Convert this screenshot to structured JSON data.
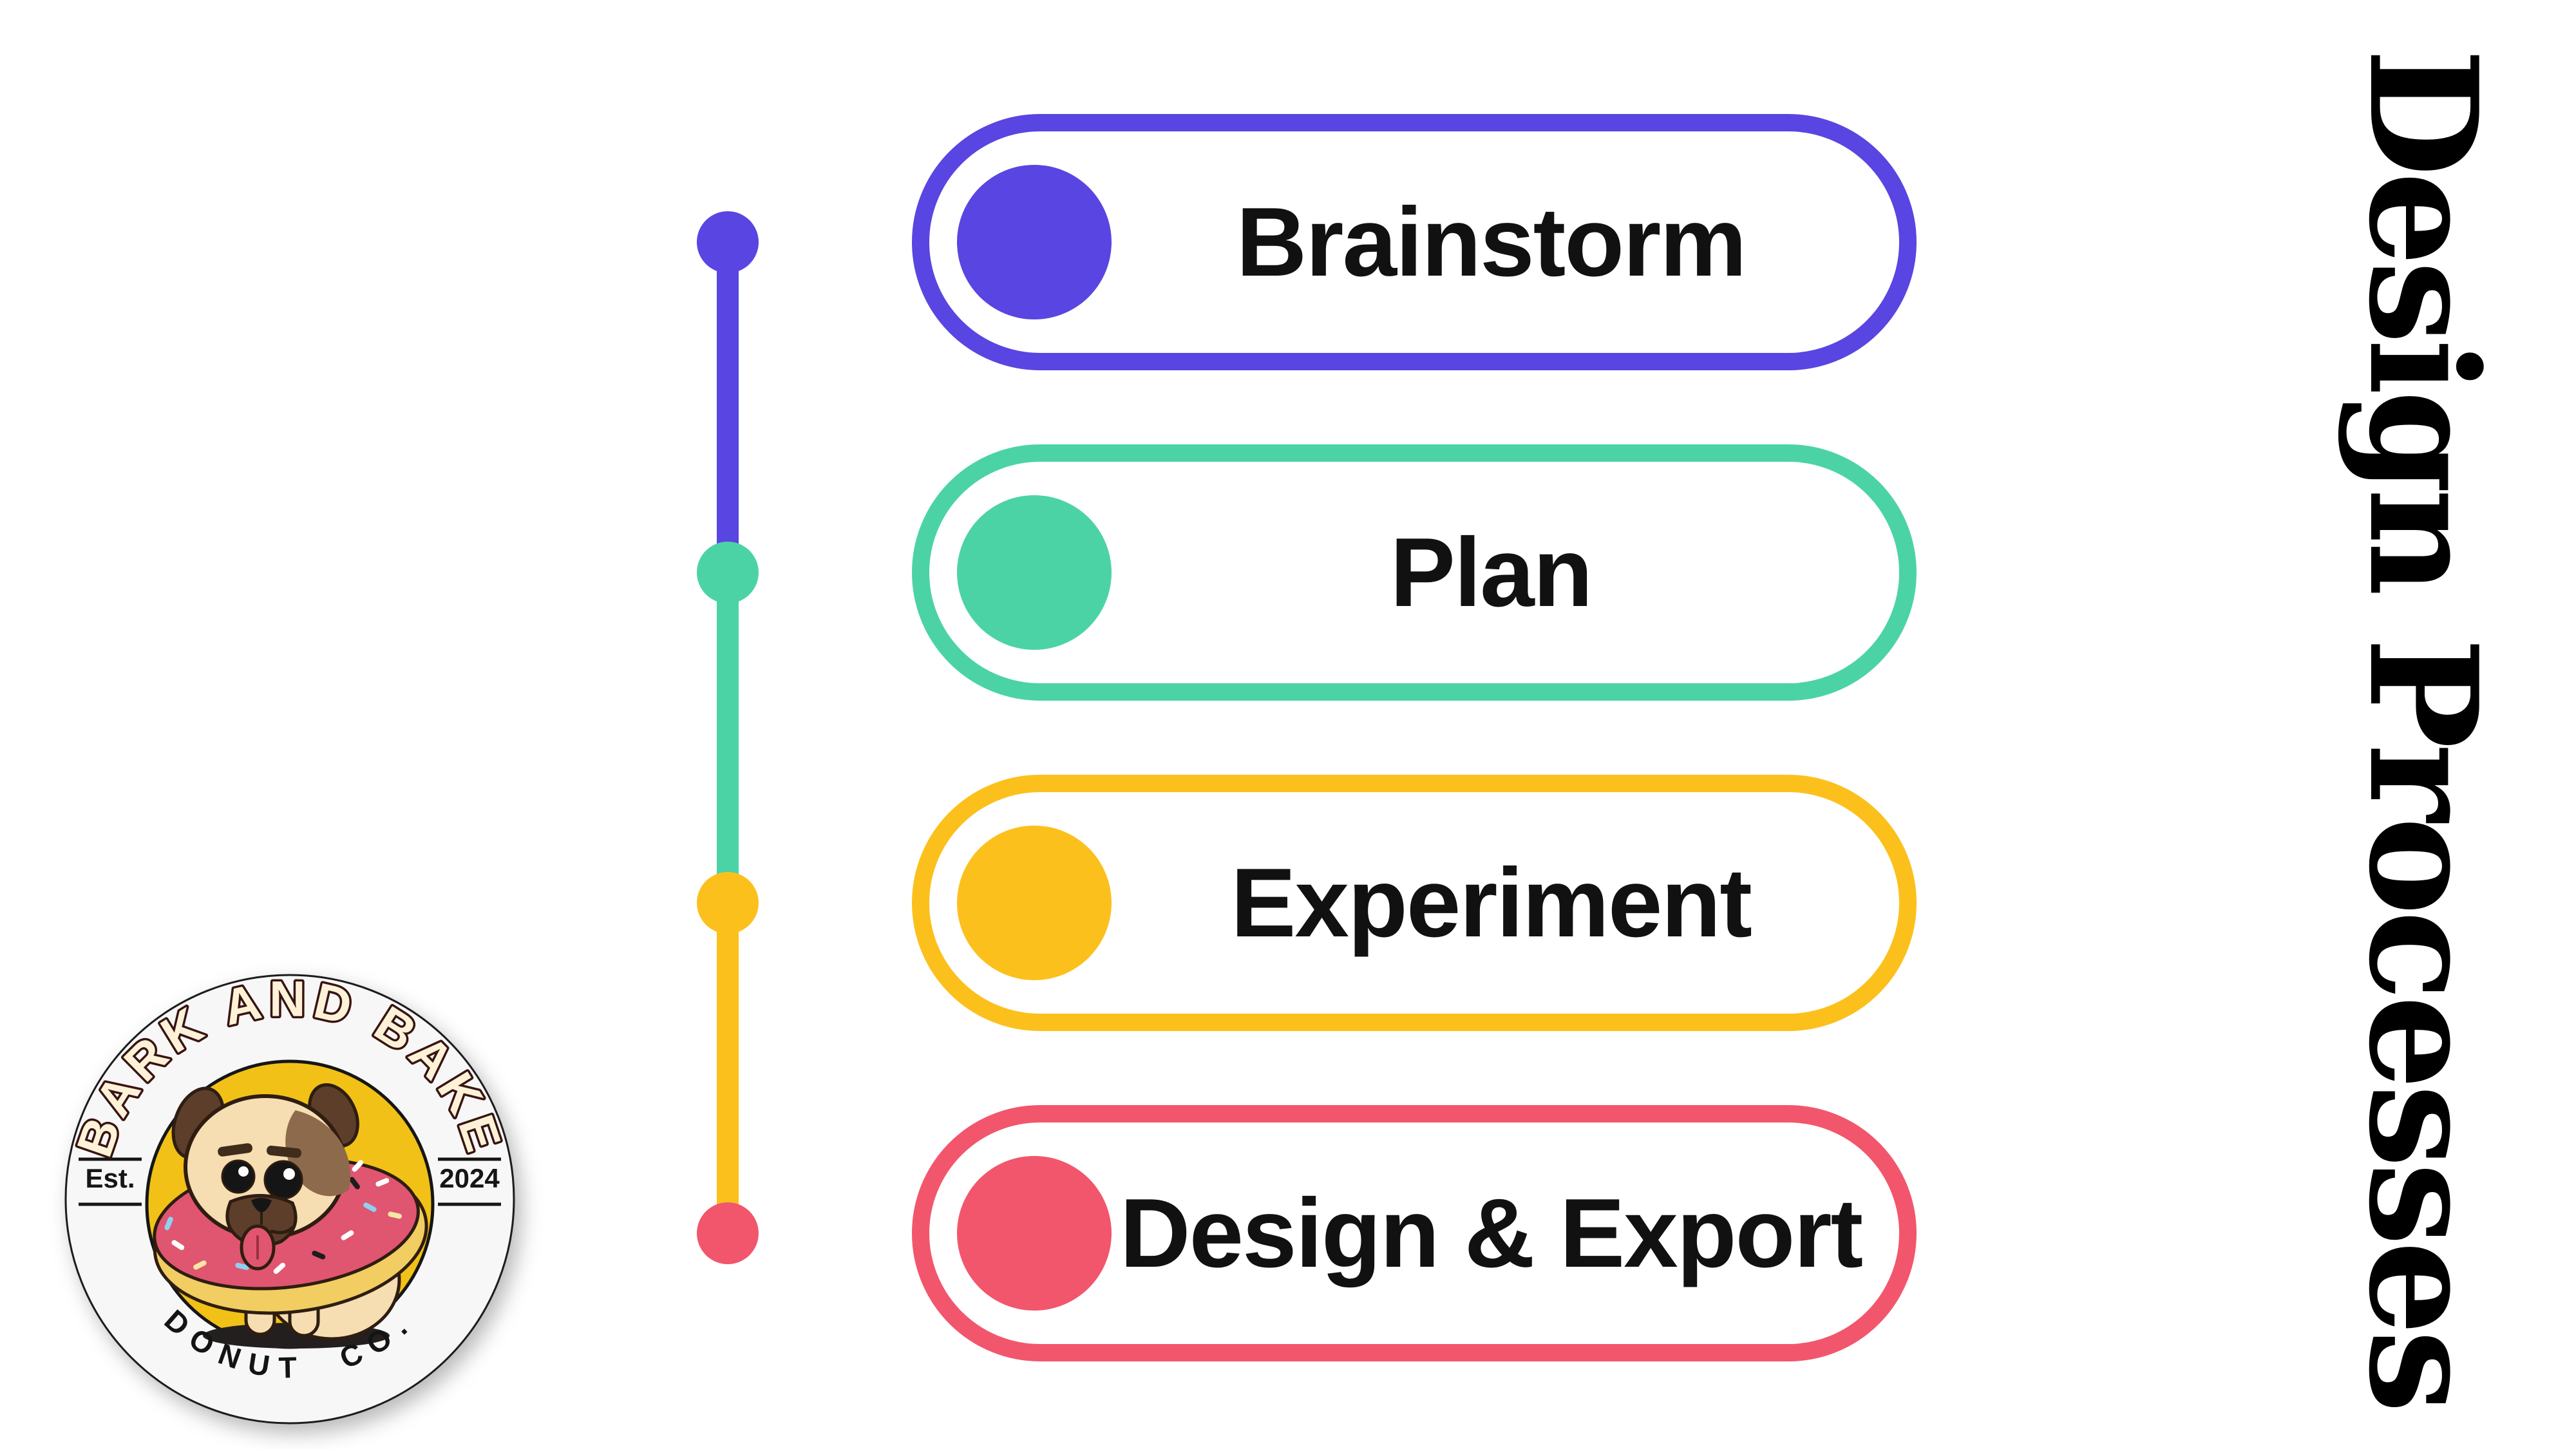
{
  "title": {
    "text": "Design Processes",
    "color": "#000000"
  },
  "steps": [
    {
      "label": "Brainstorm",
      "color": "#5945e1"
    },
    {
      "label": "Plan",
      "color": "#4cd3a5"
    },
    {
      "label": "Experiment",
      "color": "#fcc01d"
    },
    {
      "label": "Design & Export",
      "color": "#f2566c"
    }
  ],
  "logo": {
    "top_text": "BARK AND BAKE",
    "est_label": "Est.",
    "year": "2024",
    "bottom_text": "DONUT CO.",
    "badge_color": "#f7f7f7",
    "inner_circle_color": "#f1c117",
    "outline_color": "#1c1c1c"
  }
}
